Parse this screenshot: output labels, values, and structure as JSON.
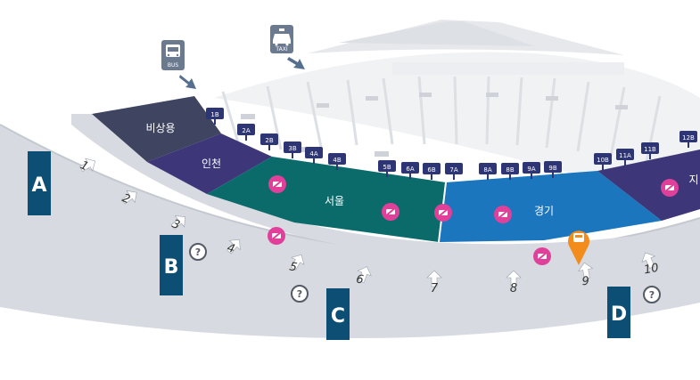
{
  "colors": {
    "road": "#d7dae0",
    "road_edge": "#c4c8cf",
    "zone_purple": "#3d3679",
    "zone_dark": "#3f4460",
    "zone_teal": "#0b6b6b",
    "zone_blue": "#1b76bd",
    "pillar": "#0d4f74",
    "badge": "#2e3574",
    "pink": "#e0409a",
    "orange": "#f28c1c",
    "icon_grey": "#6c7a8f",
    "building": "#eef0f3"
  },
  "icons": {
    "bus_sign": "bus-icon",
    "taxi_sign": "taxi-icon",
    "pink_marker": "no-entry-bus-icon",
    "orange_marker": "bus-stop-pin-icon",
    "help": "question-icon"
  },
  "map": {
    "bus_label": "BUS",
    "taxi_label": "TAXI",
    "zones": {
      "emergency": "비상용",
      "incheon": "인천",
      "seoul": "서울",
      "gyeonggi": "경기",
      "partial": "지"
    },
    "gates": [
      "1B",
      "2A",
      "2B",
      "3B",
      "4A",
      "4B",
      "5B",
      "6A",
      "6B",
      "7A",
      "8A",
      "8B",
      "9A",
      "9B",
      "10B",
      "11A",
      "11B",
      "12B"
    ],
    "doors": [
      "1",
      "2",
      "3",
      "4",
      "5",
      "6",
      "7",
      "8",
      "9",
      "10"
    ],
    "pillars": [
      "A",
      "B",
      "C",
      "D"
    ],
    "help_mark": "?"
  }
}
